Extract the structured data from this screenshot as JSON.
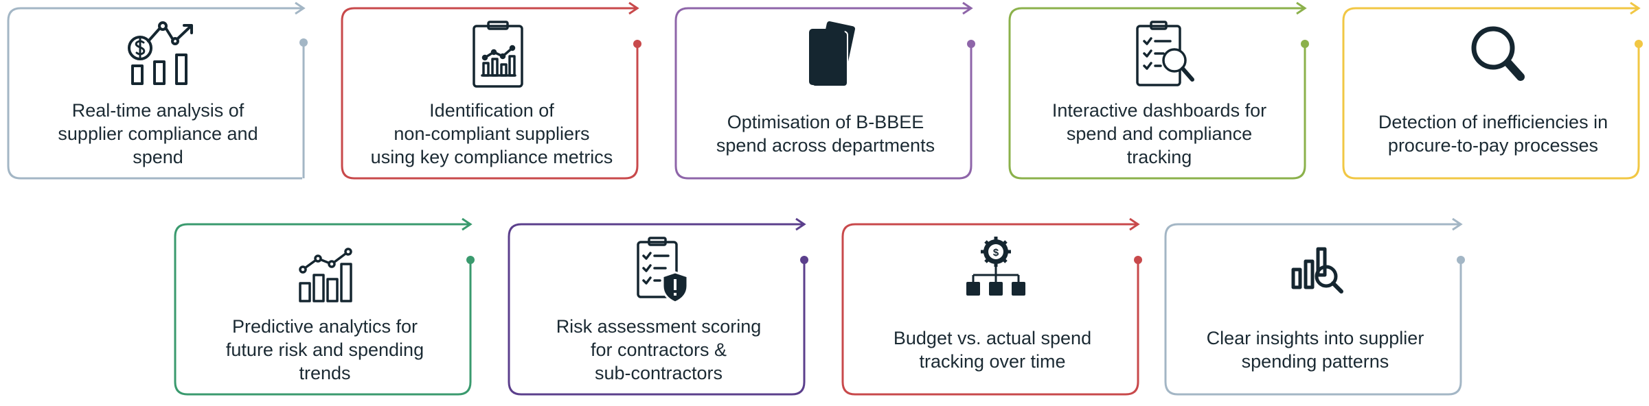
{
  "cards": [
    {
      "text": "Real-time analysis of\nsupplier compliance and\nspend",
      "color": "#a3b6c5",
      "icon": "analytics-dollar-icon"
    },
    {
      "text": "Identification of\nnon-compliant suppliers\nusing key compliance metrics",
      "color": "#c8494b",
      "icon": "clipboard-chart-icon"
    },
    {
      "text": "Optimisation of B-BBEE\nspend across departments",
      "color": "#8e65a9",
      "icon": "cards-icon"
    },
    {
      "text": "Interactive dashboards for\nspend and compliance\ntracking",
      "color": "#8bb14b",
      "icon": "checklist-search-icon"
    },
    {
      "text": "Detection of inefficiencies in\nprocure-to-pay processes",
      "color": "#f1c744",
      "icon": "magnifier-icon"
    },
    {
      "text": "Predictive analytics for\nfuture risk and spending\ntrends",
      "color": "#3a9a6e",
      "icon": "trend-bars-icon"
    },
    {
      "text": "Risk assessment scoring\nfor contractors &\nsub-contractors",
      "color": "#5b3f8c",
      "icon": "checklist-shield-icon"
    },
    {
      "text": "Budget vs. actual spend\ntracking over time",
      "color": "#c8494b",
      "icon": "budget-hierarchy-icon"
    },
    {
      "text": "Clear insights into supplier\nspending patterns",
      "color": "#a3b6c5",
      "icon": "bars-magnifier-icon"
    }
  ]
}
